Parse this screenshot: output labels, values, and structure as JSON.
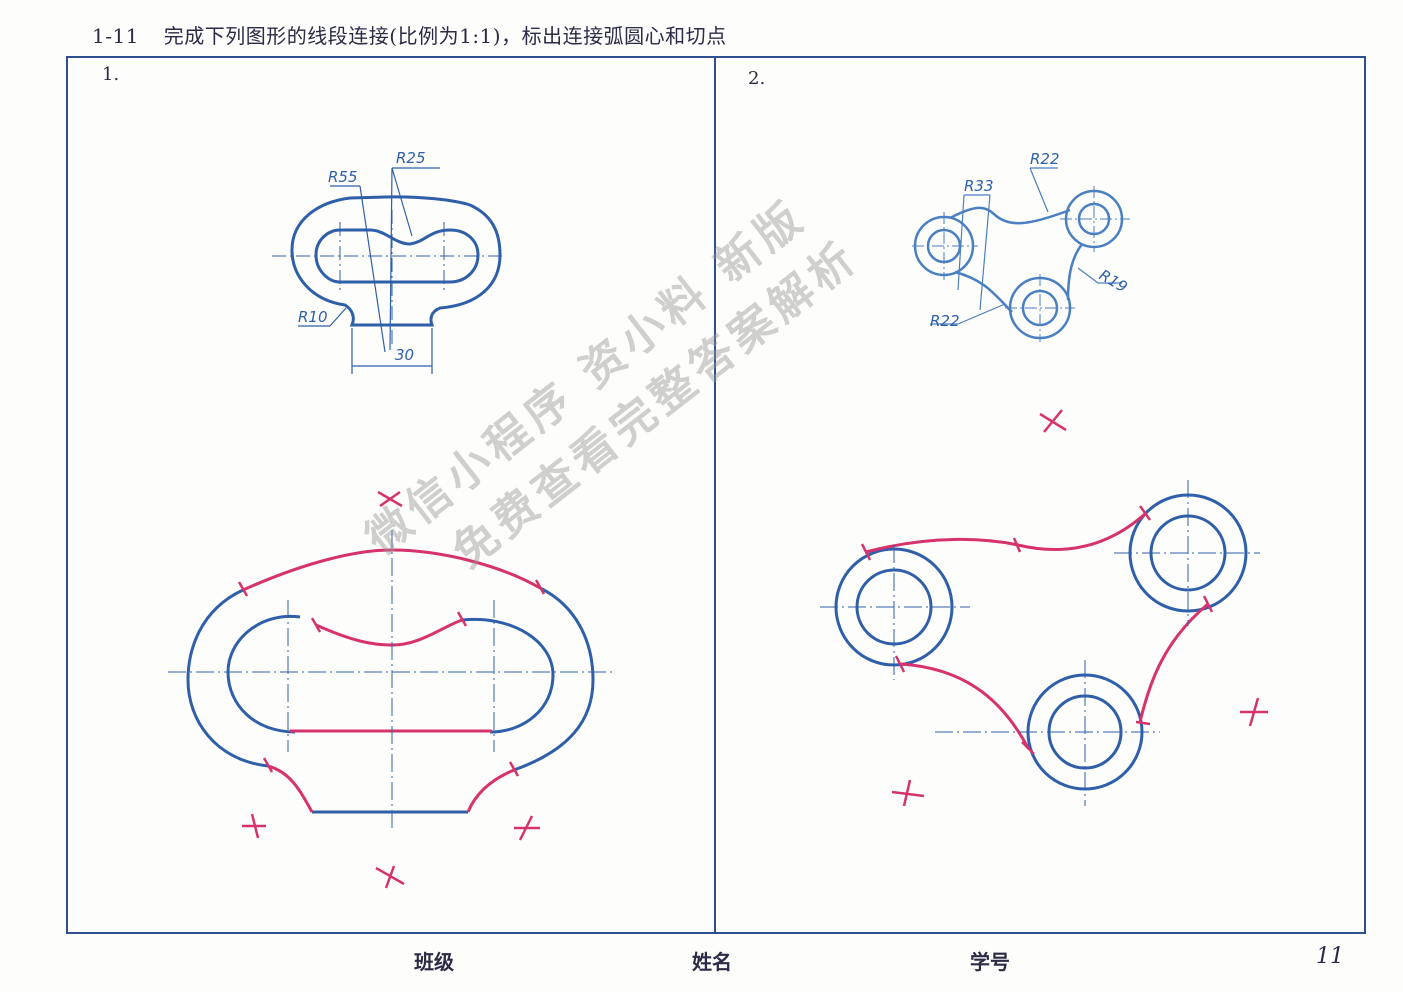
{
  "header": {
    "number": "1-11",
    "instruction": "完成下列图形的线段连接(比例为1:1)，标出连接弧圆心和切点"
  },
  "panels": {
    "left_label": "1.",
    "right_label": "2."
  },
  "dimensions_left": {
    "r25": "R25",
    "r55": "R55",
    "r10": "R10",
    "d30": "30"
  },
  "dimensions_right": {
    "r22_top": "R22",
    "r33": "R33",
    "r19": "R19",
    "r22_bottom": "R22"
  },
  "footer": {
    "class_label": "班级",
    "name_label": "姓名",
    "id_label": "学号",
    "page_number": "11"
  },
  "watermark": {
    "line1": "微信小程序 资小料 新版",
    "line2": "免费查看完整答案解析"
  },
  "colors": {
    "outline_blue": "#2f5fa8",
    "solution_red": "#d6336c",
    "frame_blue": "#2f4f8f"
  }
}
